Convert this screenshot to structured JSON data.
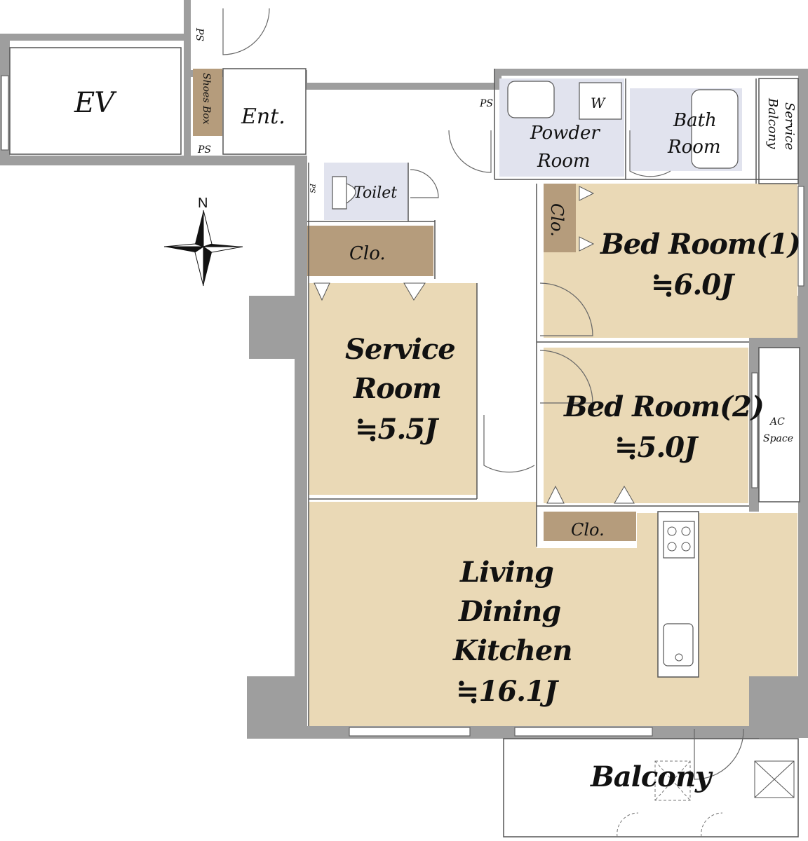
{
  "floor_plan": {
    "rooms": {
      "ev": {
        "name": "EV"
      },
      "entrance": {
        "name": "Ent."
      },
      "shoes_box": {
        "name": "Shoes Box"
      },
      "powder_room": {
        "line1": "Powder",
        "line2": "Room"
      },
      "washer": {
        "name": "W"
      },
      "bath_room": {
        "line1": "Bath",
        "line2": "Room"
      },
      "service_balcony": {
        "line1": "Service",
        "line2": "Balcony"
      },
      "toilet": {
        "name": "Toilet"
      },
      "closet_service": {
        "name": "Clo."
      },
      "closet_bed1": {
        "name": "Clo."
      },
      "closet_bed2": {
        "name": "Clo."
      },
      "bed_room_1": {
        "name": "Bed Room(1)",
        "area": "≒6.0J"
      },
      "bed_room_2": {
        "name": "Bed Room(2)",
        "area": "≒5.0J"
      },
      "service_room": {
        "line1": "Service",
        "line2": "Room",
        "area": "≒5.5J"
      },
      "ac_space": {
        "line1": "AC",
        "line2": "Space"
      },
      "ldk": {
        "line1": "Living",
        "line2": "Dining",
        "line3": "Kitchen",
        "area": "≒16.1J"
      },
      "balcony": {
        "name": "Balcony"
      }
    },
    "pipe_spaces": {
      "ps_top": "PS",
      "ps_ent": "PS",
      "ps_powder": "PS",
      "ps_toilet": "PS"
    },
    "compass": {
      "north": "N"
    },
    "colors": {
      "room_fill": "#ead9b6",
      "closet_fill": "#b59c7c",
      "wet_area_fill": "#e1e3ee",
      "wall": "#9e9e9e",
      "background": "#ffffff"
    }
  }
}
